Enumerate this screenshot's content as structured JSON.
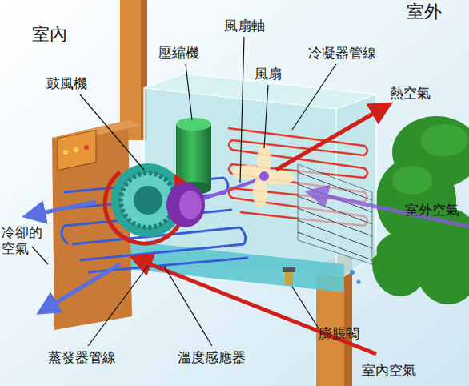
{
  "diagram": {
    "labels": [
      "室內",
      "室外",
      "風扇軸",
      "壓縮機",
      "冷凝器管線",
      "鼓風機",
      "風扇",
      "熱空氣",
      "室外空氣",
      "冷卻的 空氣",
      "膨脹閥",
      "蒸發器管線",
      "溫度感應器",
      "室內空氣"
    ]
  }
}
